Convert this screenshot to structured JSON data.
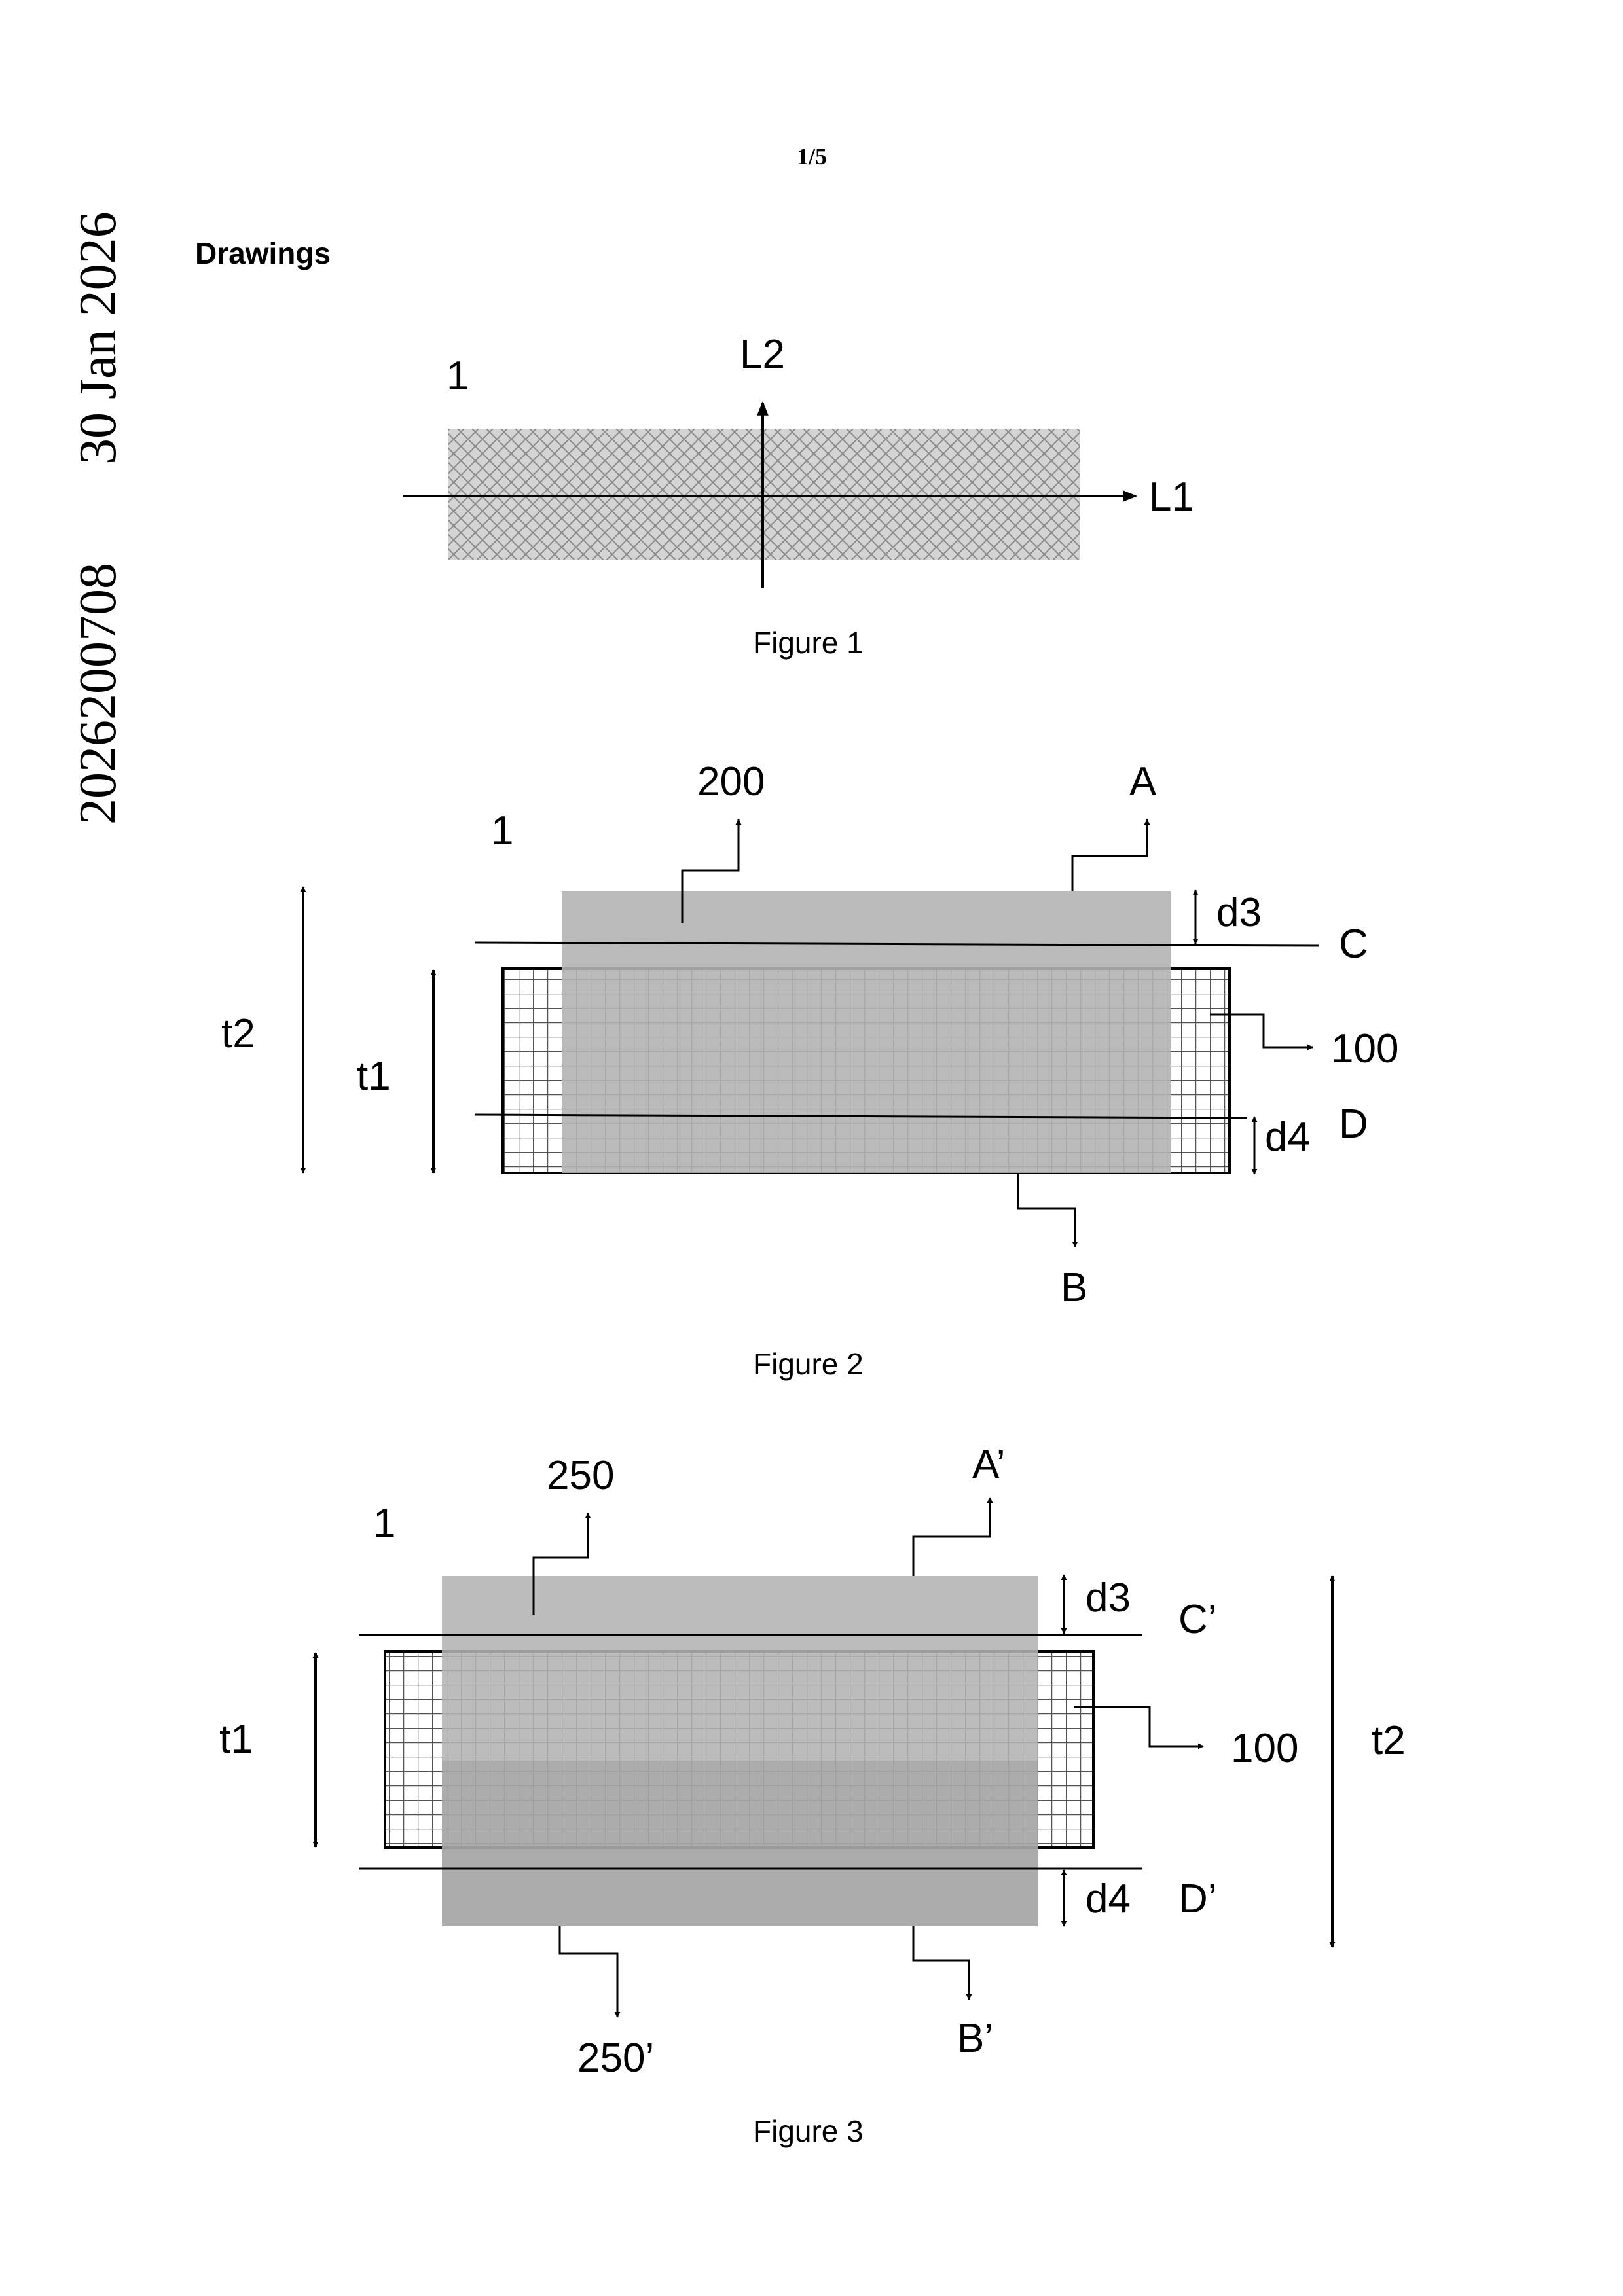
{
  "header": {
    "page_number": "1/5",
    "heading": "Drawings"
  },
  "side_margin": {
    "date": "30 Jan 2026",
    "doc_number": "2026200708"
  },
  "figure1": {
    "caption": "Figure 1",
    "labels": {
      "ref": "1",
      "axis_horizontal": "L1",
      "axis_vertical": "L2"
    }
  },
  "figure2": {
    "caption": "Figure 2",
    "labels": {
      "ref": "1",
      "layer_top": "200",
      "surface_top": "A",
      "surface_bottom": "B",
      "plane_upper": "C",
      "plane_lower": "D",
      "mesh": "100",
      "d3": "d3",
      "d4": "d4",
      "t1": "t1",
      "t2": "t2"
    }
  },
  "figure3": {
    "caption": "Figure 3",
    "labels": {
      "ref": "1",
      "layer_top": "250",
      "layer_bottom": "250’",
      "surface_top": "A’",
      "surface_bottom": "B’",
      "plane_upper": "C’",
      "plane_lower": "D’",
      "mesh": "100",
      "d3": "d3",
      "d4": "d4",
      "t1": "t1",
      "t2": "t2"
    }
  },
  "colors": {
    "layer_fill": "#b3b3b3",
    "mesh_line": "#555555",
    "ink": "#000000"
  }
}
